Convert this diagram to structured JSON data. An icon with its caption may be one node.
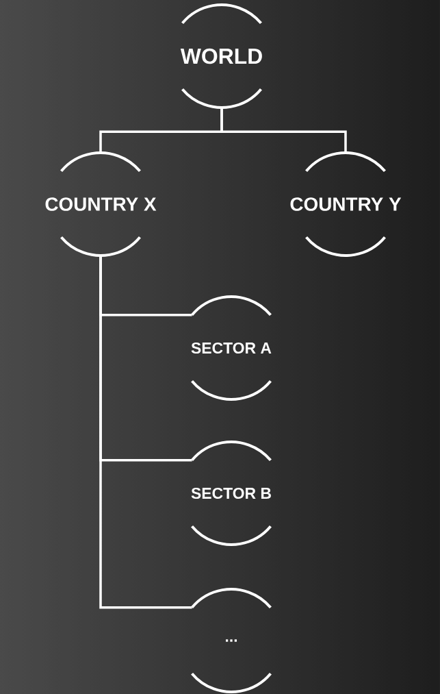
{
  "diagram": {
    "nodes": [
      {
        "text": [
          "WORLD"
        ]
      },
      {
        "text": [
          "COUNTRY  X"
        ]
      },
      {
        "text": [
          "COUNTRY  Y"
        ]
      },
      {
        "text": [
          "SECTOR A"
        ]
      },
      {
        "text": [
          "SECTOR B"
        ]
      },
      {
        "text": [
          "..."
        ]
      }
    ],
    "edges": [
      {
        "from": 0,
        "to": 1,
        "arrow": "none"
      },
      {
        "from": 0,
        "to": 2,
        "arrow": "none"
      },
      {
        "from": 1,
        "to": 3,
        "arrow": "none"
      },
      {
        "from": 1,
        "to": 4,
        "arrow": "none"
      },
      {
        "from": 1,
        "to": 5,
        "arrow": "none"
      }
    ]
  }
}
